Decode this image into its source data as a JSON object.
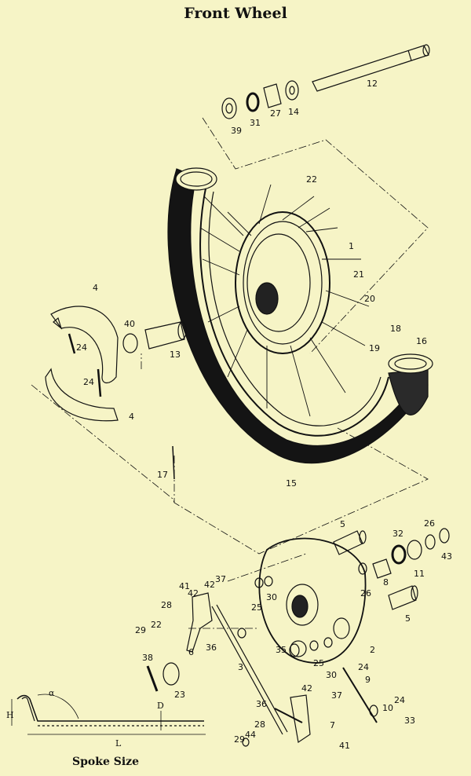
{
  "title": "Front Wheel",
  "caption": "Spoke Size",
  "parts": {
    "p1": "1",
    "p2": "2",
    "p3": "3",
    "p4a": "4",
    "p4b": "4",
    "p5a": "5",
    "p5b": "5",
    "p6": "6",
    "p7": "7",
    "p8": "8",
    "p9": "9",
    "p10": "10",
    "p11": "11",
    "p12": "12",
    "p13": "13",
    "p14": "14",
    "p15": "15",
    "p16": "16",
    "p17": "17",
    "p18": "18",
    "p19": "19",
    "p20": "20",
    "p21": "21",
    "p22a": "22",
    "p22b": "22",
    "p23": "23",
    "p24a": "24",
    "p24b": "24",
    "p24c": "24",
    "p24d": "24",
    "p25a": "25",
    "p25b": "25",
    "p26a": "26",
    "p26b": "26",
    "p27": "27",
    "p28a": "28",
    "p28b": "28",
    "p29a": "29",
    "p29b": "29",
    "p30a": "30",
    "p30b": "30",
    "p31": "31",
    "p32": "32",
    "p33": "33",
    "p35": "35",
    "p36a": "36",
    "p36b": "36",
    "p37a": "37",
    "p37b": "37",
    "p38": "38",
    "p39": "39",
    "p40": "40",
    "p41a": "41",
    "p41b": "41",
    "p42a": "42",
    "p42b": "42",
    "p42c": "42",
    "p43": "43",
    "p44": "44"
  },
  "spoke_dims": {
    "h": "H",
    "alpha": "α",
    "d": "D",
    "l": "L"
  },
  "colors": {
    "background": "#f6f4c6",
    "ink": "#111111"
  }
}
